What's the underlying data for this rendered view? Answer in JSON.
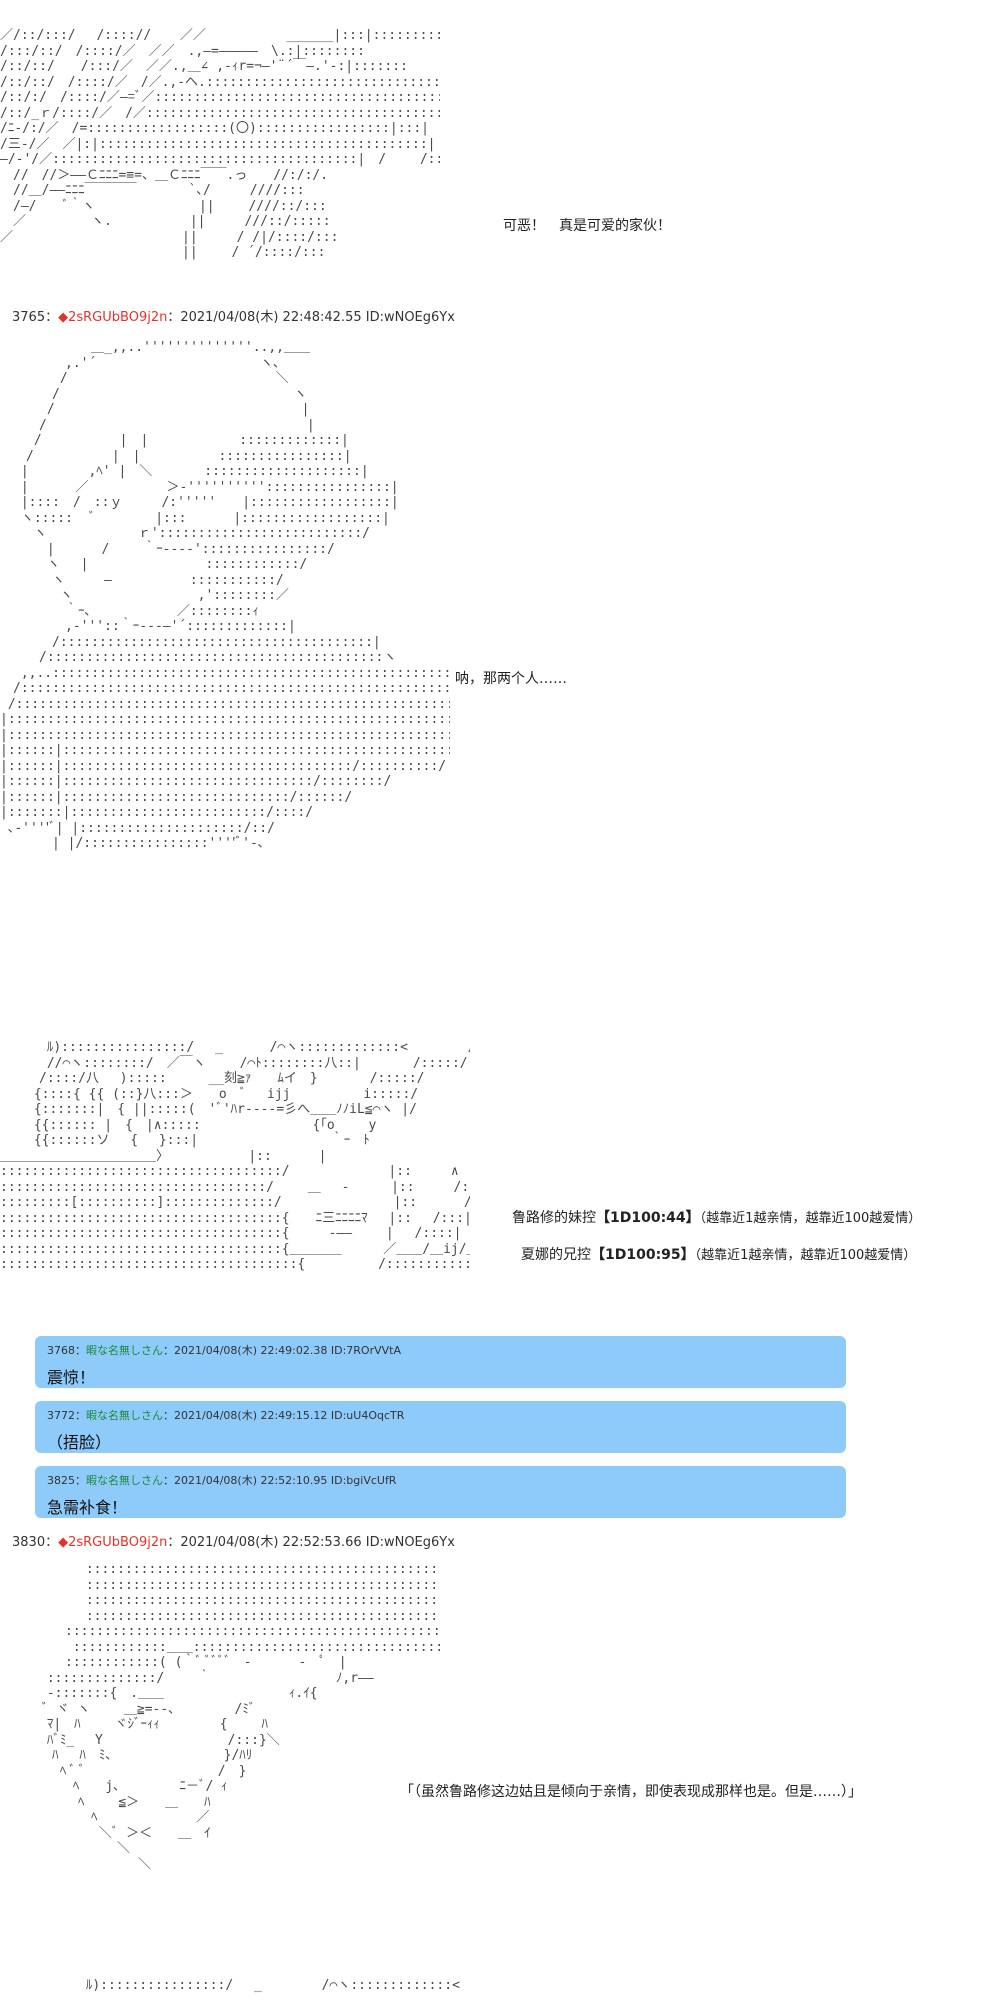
{
  "art": {
    "a1": "／/::/:::/　 /::::// 　 ／／　　　 　 　______|:::|:::::::::\n/:::/::/　/::::/／　／／　.,―=―――――　\\.:|::::::::\n/::/::/　　/:::/／　／／.,＿∠ ,-ｨr=¬―'¨´￣―.'-:|:::::::\n/::/::/　/::::/／　/／.,-ヘ.::::::::::::::::::::::::::::::.ﾚ|:::|\\:::::\n/::/:/　/::::/／―=ﾞ／:::::::::::::::::::::::::::::::::::::::'|:/　V:\n/::/_ｒ/::::/／　/／::::::::::::::::::::::::::::::::::::::|::::|　/:/　/::.\n/ﾆ-/:/／　/=::::::::::::::::::(〇):::::::::::::::::|:::|　/:'　/:/\n/三-/／　／|:|::::::::::::::::::::::::::::::::::::::::::|　/　　/::://\n―/-'/／:::::::::::::::::::::::::::::::::::::::|　/　　 /::://\n　//　//＞――Ｃﾆﾆﾆ=≡=、＿Ｃﾆﾆﾆ￣￣.っ　　//:/:/.\n　//＿/――ﾆﾆﾆ￣￣￣￣　　　　`､/　　　////:::\n　/―/　　ﾞ｀ヽ　　　　　　　　||　　 ////::/:::\n　／　　　　　ヽ.　　　　　　||　　　///::/:::::\n／　　　　　　　　　　　　　||　　　/ /|/::::/:::\n　　　　　　　　　　　　　　||　　 / ´/::::/:::",
    "a2": "　　　　　　　＿_,,..''''''''''''''..,,＿＿\n　　　　　,.'´　　　　　　　　　　　　 ヽ､\n　　　　 /　　　　　　　　　　　　　　　　＼\n　　　　/　　　　　　　　　　　　　　　　　　ヽ\n　　　 /　　　　　　　　　　　　　　　　　　　|\n　　　/　　　　　　　　　　　　　　　　　　　　|\n　　 /　　　　　　|　|　　　　　　　:::::::::::::|\n　　/　　　　　　|　|　　　　　　::::::::::::::::|\n　 |　　　　 ,ﾍ' |　＼　　　　::::::::::::::::::::|\n　 |　　　 ／　　　　　　＞-''''''''''::::::::::::::::|\n　 |::::　/　::ｙ　　　/:'''''　　|::::::::::::::::::|\n　 ヽ:::::　 ﾞ　　　　 |:::　　　 |::::::::::::::::::|\n　　 ヽ　　　　　　　ｒ'::::::::::::::::::::::::::/\n　　　 |　　　 /　　 ｀ｰ----'::::::::::::::::/\n　　　 ヽ　 |　　　　　　　　　::::::::::::/\n　　　　ヽ　　　―　　　　　　:::::::::::/\n　　　　 ヽ　　　　　　　　　 ,'::::::::／\n　　　　　｀ｰ､　　　　　　 ／::::::::ｨ\n　　　　　,-'''::｀ｰ---―'´:::::::::::::|\n　　　　/::::::::::::::::::::::::::::::::::::::::|\n　　　/:::::::::::::::::::::::::::::::::::::::::::ヽ\n　 ,,..:::::::::::::::::::::::::::::::::::::::::::::::::::::,,\n　/::::::::::::::::::::::::::::::::::::::::::::::::::::::::::::ヽ\n /::::::::::::::::::::::::::::::::::::::::::::::::::::::::::::::::|\n|:::::::::::::::::::::::::::::::::::::::::::::::::::::::::::::::::|\n|:::::::::::::::::::::::::::::::::::::::::::::::::::::::::::::::/\n|::::::|:::::::::::::::::::::::::::::::::::::::::::::::::::/\n|::::::|:::::::::::::::::::::::::::::::::::::/::::::::::/\n|::::::|::::::::::::::::::::::::::::::::/::::::::/\n|::::::|:::::::::::::::::::::::::::::/::::::/\n|:::::::|:::::::::::::::::::::::::/::::/\n ､-''''ﾞ| |:::::::::::::::::::::/::/\n　　　　| |/::::::::::::::::''''ﾞ'-､",
    "a3": "　　　 ﾙ)::::::::::::::::/　 _　　　 /⌒ヽ:::::::::::::<　　　　 /::::/\n　　　 //⌒ヽ::::::::/　／￣ヽ　 　/⌒ﾄ::::::::八::|　　　　/:::::/\n　　　/::::/八　 ):::::　 　 __刻≧ｧ　　ﾑイ　}　　　　/:::::/\n　　 {::::{ {{ (::}八:::＞　　o　ﾞ　 ijj　　　　　 i:::::/\n　　 {:::::::|　{ ||:::::(　'ﾞ'ﾊr----=彡へ＿＿ﾉﾉiL≦⌒ヽ |/\n　　 {{:::::: |　{　|∧:::::　　　　　　　　 {「o　　 y\n　　 {{::::::ソ　 {　 }:::|　　　　　　　　 　 ｀ｰ　ﾄ\n＿＿＿＿＿＿＿＿＿＿＿＿〉　　　　　　 |::　　　 |\n::::::::::::::::::::::::::::::::::::/　　　　　　　 |::　　　∧\n::::::::::::::::::::::::::::::::::/　　 ＿　 -　 　 |::　　　/:::|\n:::::::::[::::::::::]::::::::::::::/　　　　　　　　 |::　　　 /:::|\n::::::::::::::::::::::::::::::::::::{　　ﾆ三ﾆﾆﾆﾆﾏ　 |::　 /:::|\n::::::::::::::::::::::::::::::::::::{　　　‐――　　 |　 /::::|\n::::::::::::::::::::::::::::::::::::{＿＿＿＿　 　 ／＿＿/＿ij/＿\n::::::::::::::::::::::::::::::::::::::{　　　　　 /::::::::::::::::::::::::＼",
    "a4": "　　　　　　 ::::::::::::::::::::::::::::::::::::::::::::::::ヽ\n　　　　　　 ::::::::::::::::::::::::::::::::::::::::::::::::::ハ\n　　　　　　 ::::::::::::::::::::::::::::::::::::::::::::::::::ハ\n　　　　　　 :::::::::::::::::::::::::::::::::::::::::::::::::::::}\n　　　　　::::::::::::::::::::::::::::::::::::::::::::::::::::::::::|}\n　　　　　 ::::::::::::＿＿::::::::::::::::::::::::::::::::::|}ﾉ{\n　　　　　::::::::::::( (｀ﾞ ﾞﾞﾞﾞ　-　　　 -　ﾟ　|\n　　　 ::::::::::::::/　　 ｀　　　　　　　　　 ﾉ,r――\n　　　 -:::::::{　.＿＿　　　　　　　　　 ｨ.ｲ{\n　　　 ﾞ ヾ ヽ　　 ＿≧=--､　　　　 /ﾐﾞ\n　　　 ﾏ|　ﾊ　　 ヾｼﾞｰｨｨ　　　　 {　　 ﾊ\n　　　 ﾊﾞﾐ_　 Y　　　　　　　　　 /:::}＼\n　　　　ﾊ　 ﾊ　ﾐ､　　　　　　　　 }/ﾊﾘ\n　　　　 ﾍ ﾞ ﾞ 　　　　　　　　　 /　}\n　　　　　 ﾍ　　j､　　　　 ﾆ－ﾞ/ ｨ\n　　　　　　ﾍ　　 ≦＞　　＿　　ﾊ\n　　　　　　　ﾍ　　　　　　　 ／\n　　　　　　　 ＼ﾞ ＞＜　　＿　ｲ\n　　　　　　　　　＼\n　　　　　　　　　　 ＼",
    "a5": "　　　　　　 ﾙ)::::::::::::::::/　 _　　　　 /⌒ヽ:::::::::::::<　　　　 /::::/"
  },
  "dialogs": {
    "d1": "可恶！　真是可爱的家伙！",
    "d2": "呐，那两个人……",
    "d3_label": "鲁路修的妹控",
    "d3_roll": "【1D100:44】",
    "d3_note": "（越靠近1越亲情，越靠近100越爱情）",
    "d4_label": "夏娜的兄控",
    "d4_roll": "【1D100:95】",
    "d4_note": "（越靠近1越亲情，越靠近100越爱情）",
    "d5": "「（虽然鲁路修这边姑且是倾向于亲情，即使表现成那样也是。但是……）」"
  },
  "posts": {
    "p3765": {
      "num": "3765",
      "sep": "：",
      "trip": "◆2sRGUbBO9j2n",
      "meta": "：2021/04/08(木) 22:48:42.55 ID:wNOEg6Yx"
    },
    "p3830": {
      "num": "3830",
      "sep": "：",
      "trip": "◆2sRGUbBO9j2n",
      "meta": "：2021/04/08(木) 22:52:53.66 ID:wNOEg6Yx"
    }
  },
  "replies": [
    {
      "num": "3768",
      "sep": "：",
      "name": "暇な名無しさん",
      "meta": "：2021/04/08(木) 22:49:02.38 ID:7ROrVVtA",
      "body": "震惊！"
    },
    {
      "num": "3772",
      "sep": "：",
      "name": "暇な名無しさん",
      "meta": "：2021/04/08(木) 22:49:15.12 ID:uU4OqcTR",
      "body": "（捂脸）"
    },
    {
      "num": "3825",
      "sep": "：",
      "name": "暇な名無しさん",
      "meta": "：2021/04/08(木) 22:52:10.95 ID:bgiVcUfR",
      "body": "急需补食！"
    }
  ],
  "colors": {
    "reply_bg": "#8ecbfa",
    "trip_red": "#e0342b",
    "reply_name_green": "#1c8a3a"
  }
}
